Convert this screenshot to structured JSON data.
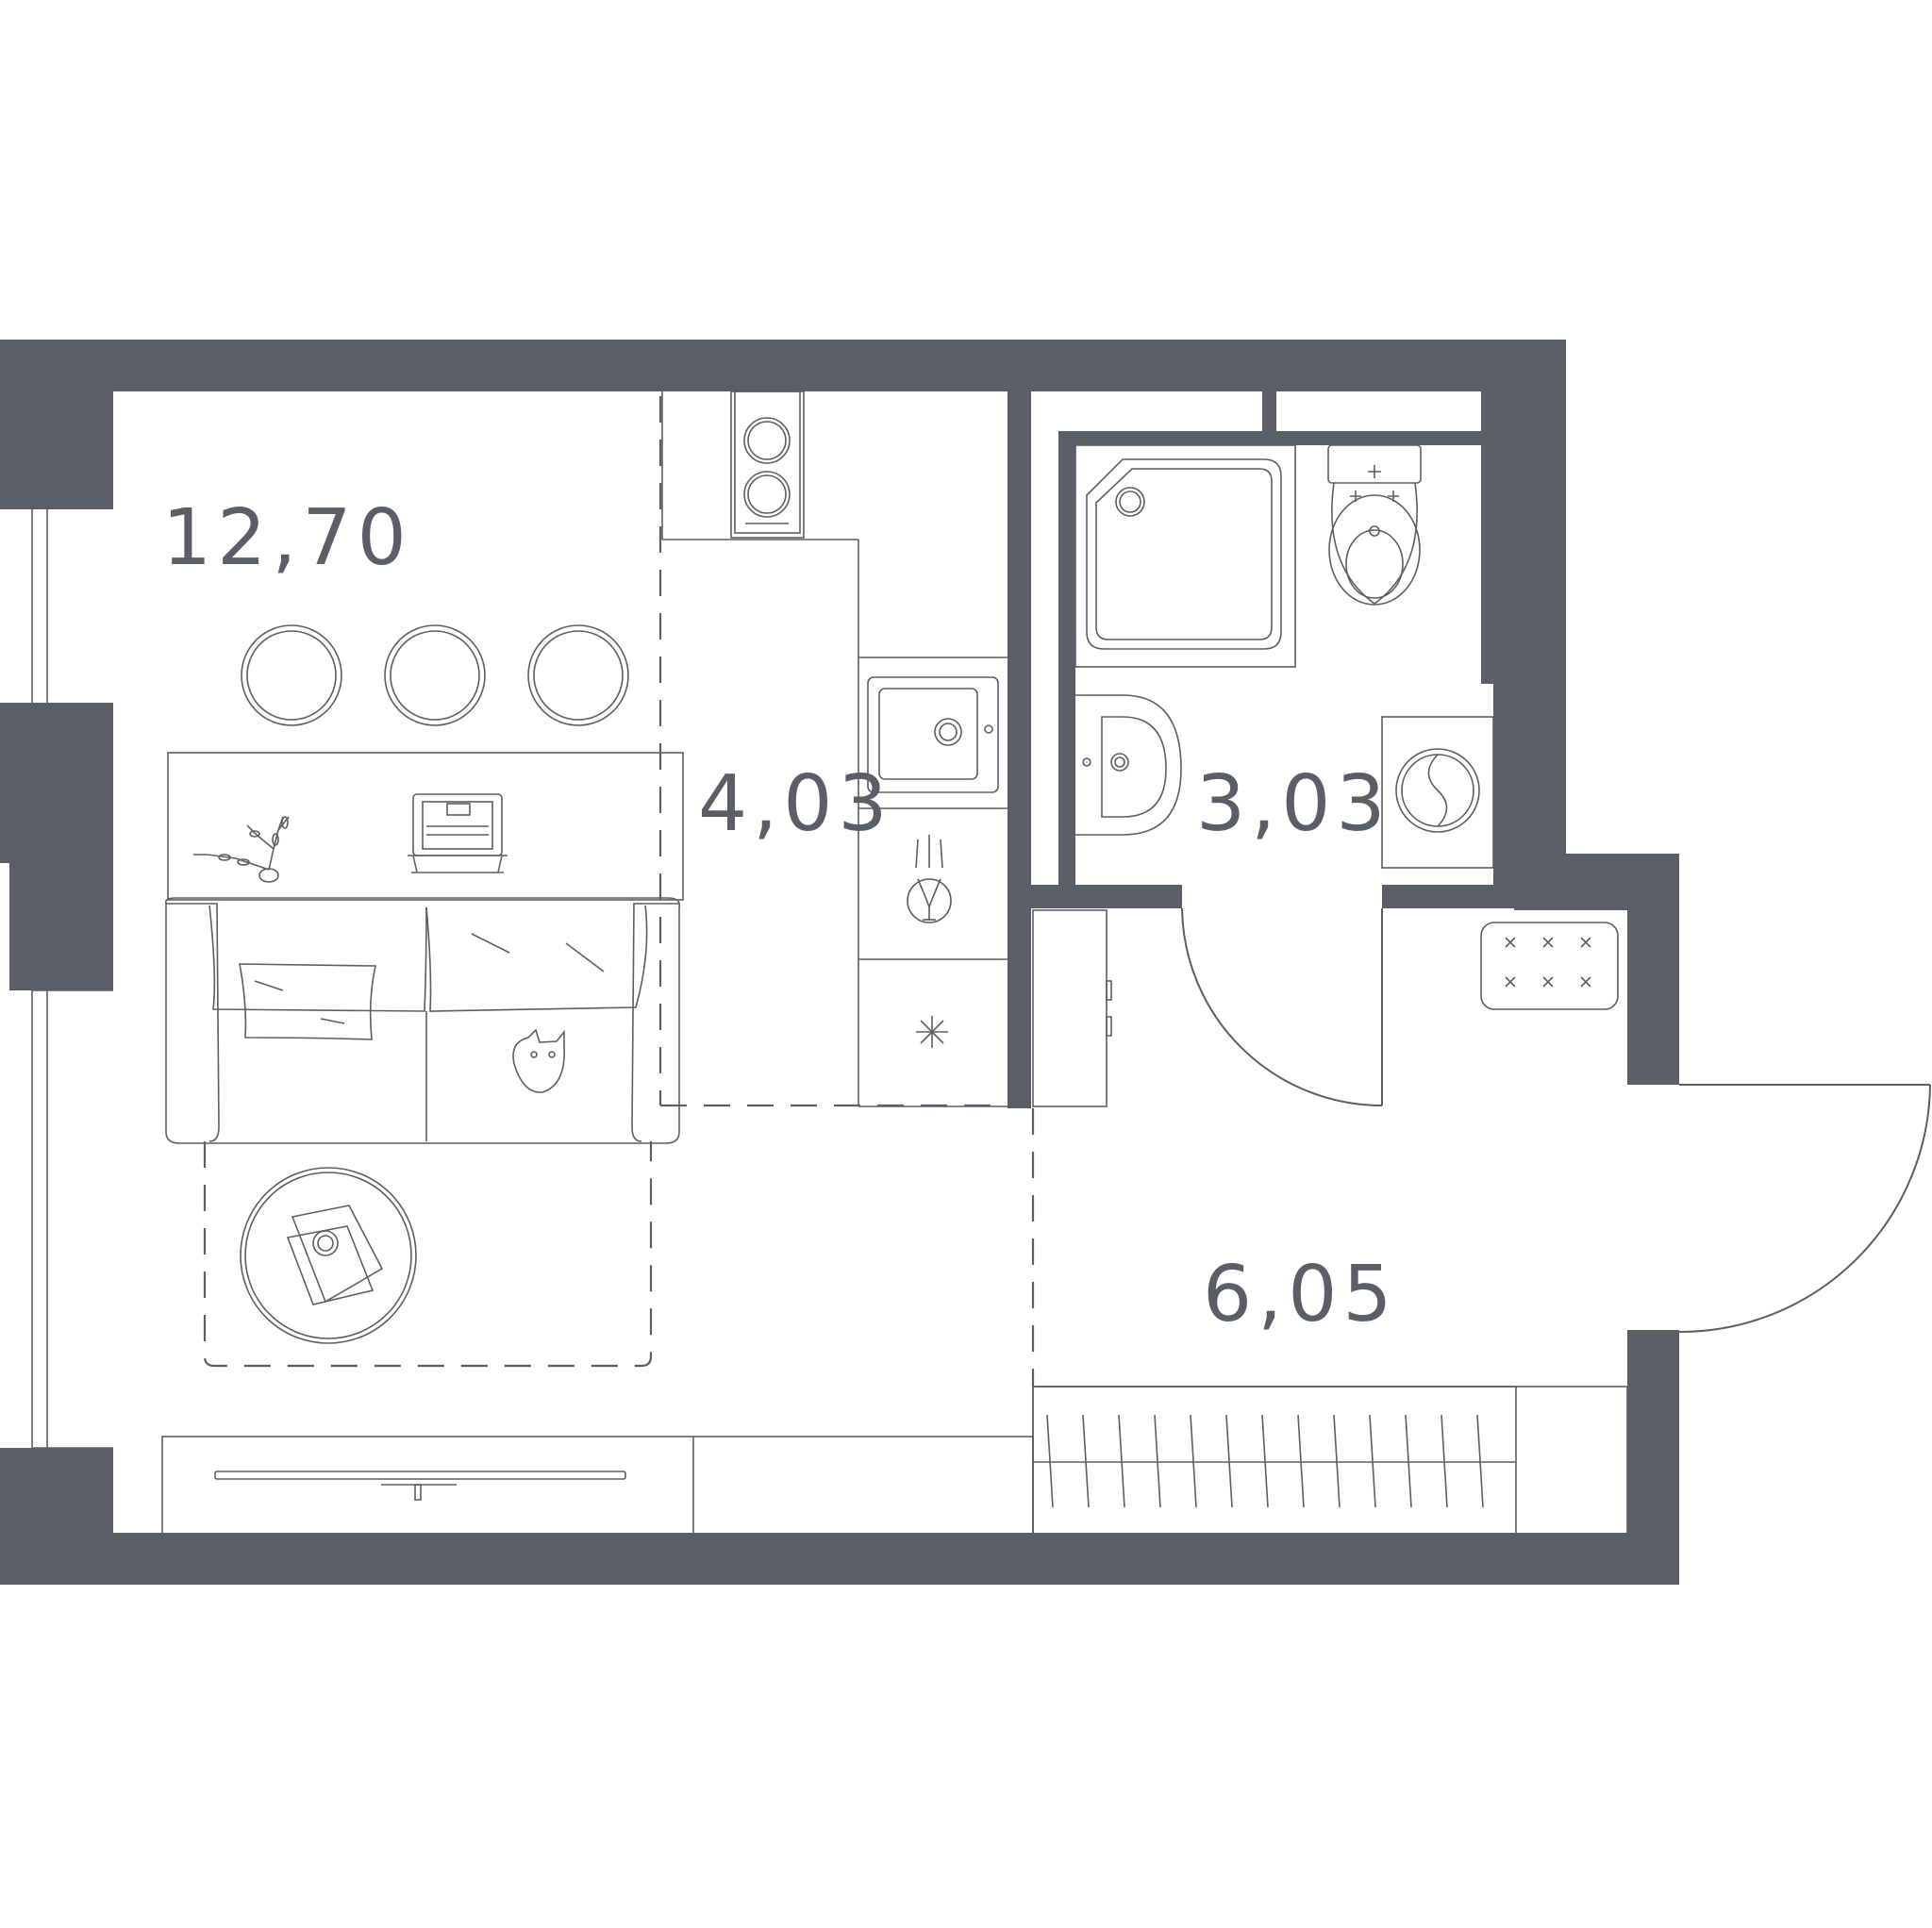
{
  "rooms": [
    {
      "name": "living-room",
      "area": "12,70"
    },
    {
      "name": "kitchen",
      "area": "4,03"
    },
    {
      "name": "bathroom",
      "area": "3,03"
    },
    {
      "name": "hallway",
      "area": "6,05"
    }
  ],
  "colors": {
    "wall": "#5b5e66",
    "background": "#ffffff"
  },
  "icons": [
    "hob-icon",
    "sink-icon",
    "dishwasher-icon",
    "fridge-icon",
    "shower-icon",
    "toilet-icon",
    "washbasin-icon",
    "washing-machine-icon",
    "bar-stool-icon",
    "laptop-icon",
    "plant-icon",
    "sofa-icon",
    "cat-icon",
    "coffee-table-icon",
    "tv-icon",
    "wardrobe-icon",
    "door-icon"
  ]
}
